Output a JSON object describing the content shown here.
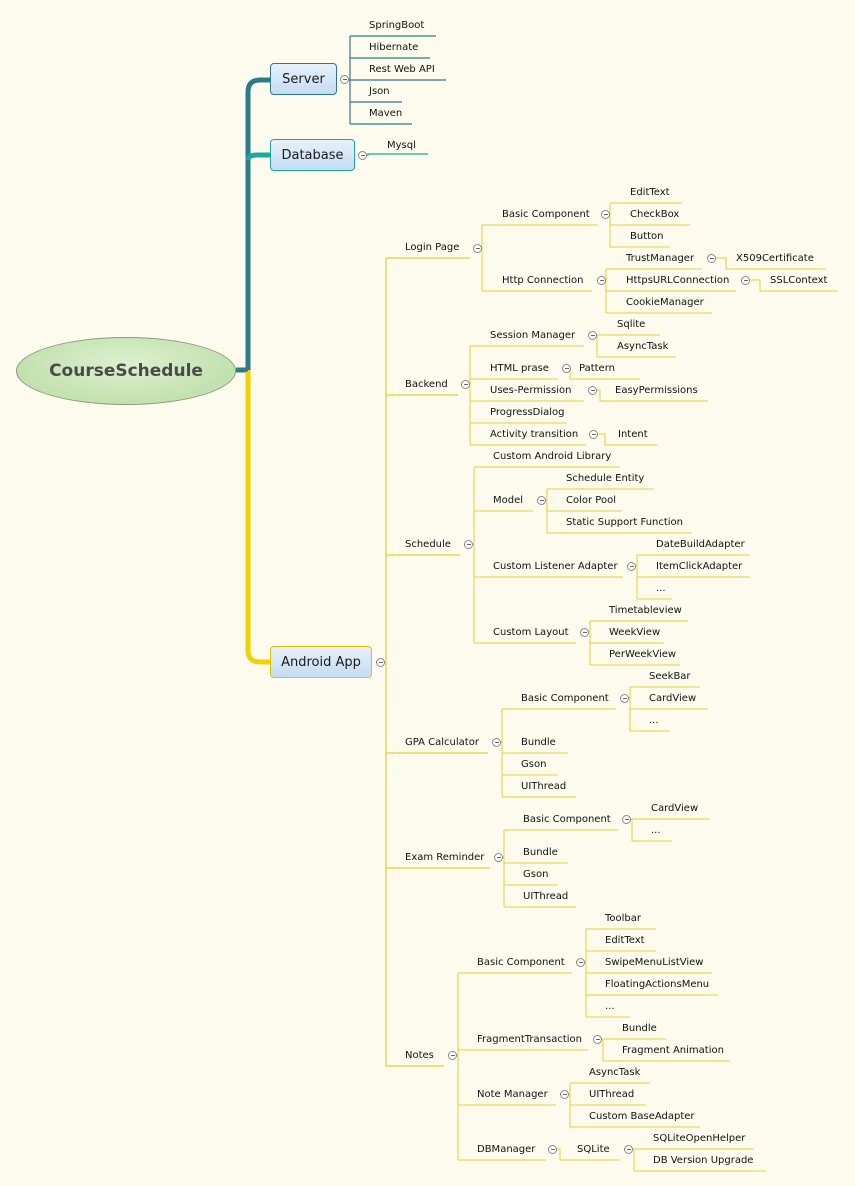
{
  "root": "CourseSchedule",
  "colors": {
    "server": "#2b7a8f",
    "database": "#1aaa9a",
    "android": "#f5d000",
    "thin": "#e8cc33"
  },
  "server": {
    "label": "Server",
    "children": [
      "SpringBoot",
      "Hibernate",
      "Rest Web API",
      "Json",
      "Maven"
    ]
  },
  "database": {
    "label": "Database",
    "children": [
      "Mysql"
    ]
  },
  "android": {
    "label": "Android App",
    "login": {
      "label": "Login Page",
      "basic": "Basic Component",
      "basic_children": [
        "EditText",
        "CheckBox",
        "Button"
      ],
      "http": "Http Connection",
      "trust": "TrustManager",
      "x509": "X509Certificate",
      "https": "HttpsURLConnection",
      "ssl": "SSLContext",
      "cookie": "CookieManager"
    },
    "backend": {
      "label": "Backend",
      "session": "Session Manager",
      "session_children": [
        "Sqlite",
        "AsyncTask"
      ],
      "html": "HTML prase",
      "pattern": "Pattern",
      "uses": "Uses-Permission",
      "easy": "EasyPermissions",
      "progress": "ProgressDialog",
      "activity": "Activity transition",
      "intent": "Intent"
    },
    "schedule": {
      "label": "Schedule",
      "library": "Custom Android Library",
      "model": "Model",
      "model_children": [
        "Schedule Entity",
        "Color Pool",
        "Static Support Function"
      ],
      "listener": "Custom Listener Adapter",
      "listener_children": [
        "DateBuildAdapter",
        "ItemClickAdapter",
        "..."
      ],
      "layout": "Custom Layout",
      "layout_children": [
        "Timetableview",
        "WeekView",
        "PerWeekView"
      ]
    },
    "gpa": {
      "label": "GPA Calculator",
      "basic": "Basic Component",
      "basic_children": [
        "SeekBar",
        "CardView",
        "..."
      ],
      "others": [
        "Bundle",
        "Gson",
        "UIThread"
      ]
    },
    "exam": {
      "label": "Exam Reminder",
      "basic": "Basic Component",
      "basic_children": [
        "CardView",
        "..."
      ],
      "others": [
        "Bundle",
        "Gson",
        "UIThread"
      ]
    },
    "notes": {
      "label": "Notes",
      "basic": "Basic Component",
      "basic_children": [
        "Toolbar",
        "EditText",
        "SwipeMenuListView",
        "FloatingActionsMenu",
        "..."
      ],
      "fragment": "FragmentTransaction",
      "fragment_children": [
        "Bundle",
        "Fragment Animation"
      ],
      "note_manager": "Note Manager",
      "note_children": [
        "AsyncTask",
        "UIThread",
        "Custom BaseAdapter"
      ],
      "db": "DBManager",
      "sqlite": "SQLite",
      "sqlite_children": [
        "SQLiteOpenHelper",
        "DB Version Upgrade"
      ]
    }
  }
}
